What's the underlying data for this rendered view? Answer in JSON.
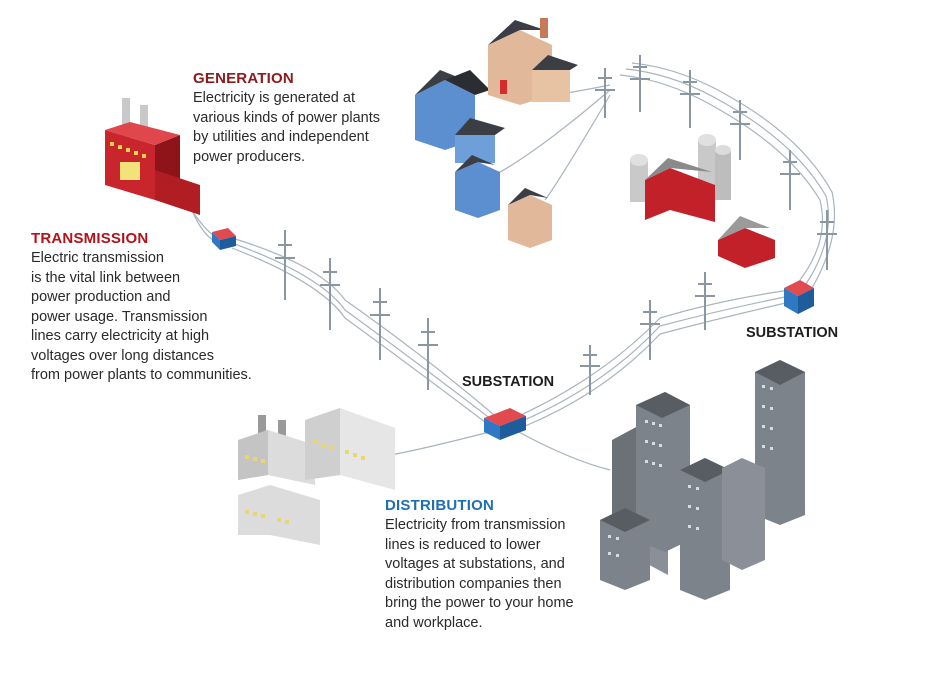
{
  "sections": {
    "generation": {
      "heading": "GENERATION",
      "text": "Electricity is generated at\nvarious kinds of power plants\nby utilities and independent\npower producers."
    },
    "transmission": {
      "heading": "TRANSMISSION",
      "text": "Electric transmission\nis the vital link between\npower production and\npower usage. Transmission\nlines carry electricity at high\nvoltages over long distances\nfrom power plants to communities."
    },
    "distribution": {
      "heading": "DISTRIBUTION",
      "text": "Electricity from transmission\nlines is reduced to lower\nvoltages at substations, and\ndistribution companies then\nbring the power to your home\nand workplace."
    }
  },
  "substation_labels": {
    "center": "SUBSTATION",
    "right": "SUBSTATION"
  },
  "colors": {
    "generation_heading": "#8b1a1a",
    "transmission_heading": "#b3121a",
    "distribution_heading": "#1f6fb2",
    "substation_red": "#d7262d",
    "substation_blue": "#2f78c4"
  }
}
